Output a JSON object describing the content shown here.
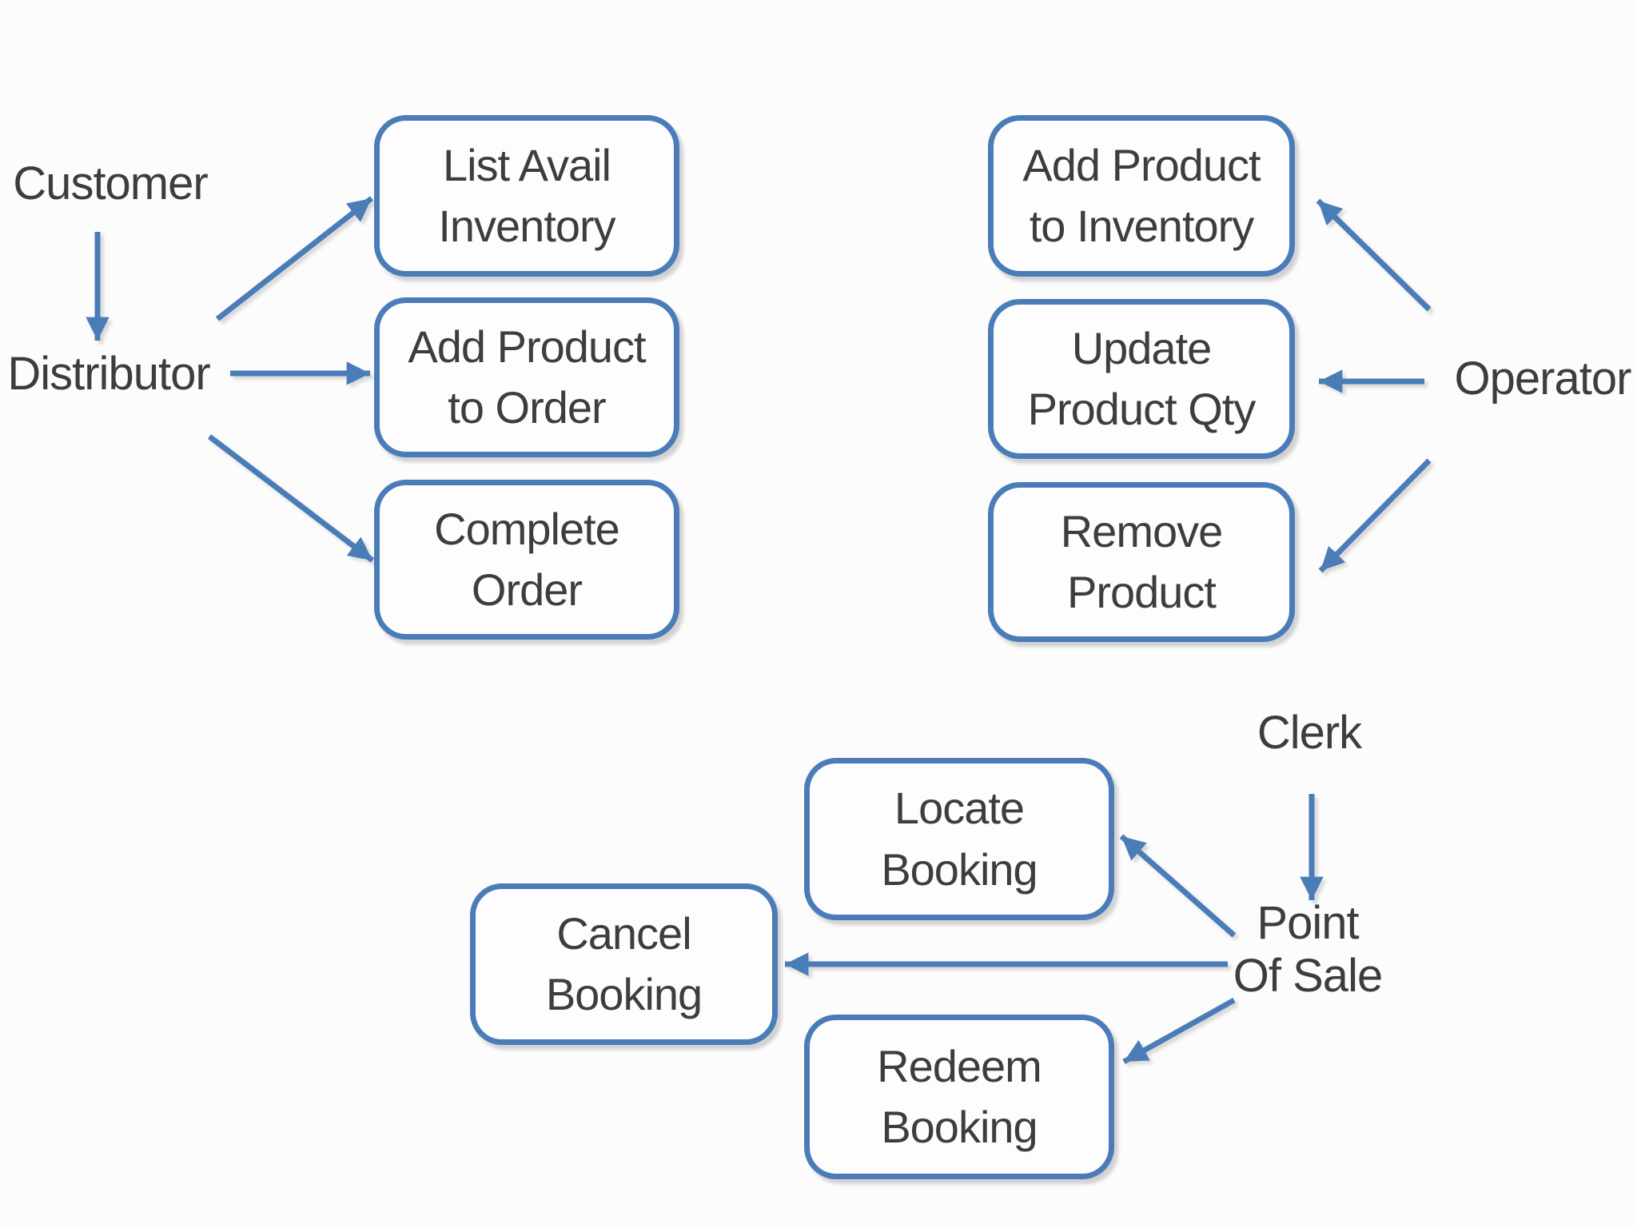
{
  "diagram": {
    "colors": {
      "accent_blue": "#4a7db8",
      "text": "#3d3d3d",
      "box_fill": "#fdfdfd",
      "background": "#fcfcfc"
    },
    "actors": {
      "customer": "Customer",
      "distributor": "Distributor",
      "operator": "Operator",
      "clerk": "Clerk",
      "point_of_sale": {
        "line1": "Point",
        "line2": "Of Sale"
      }
    },
    "use_cases": {
      "list_avail_inventory": {
        "line1": "List Avail",
        "line2": "Inventory"
      },
      "add_product_to_order": {
        "line1": "Add Product",
        "line2": "to Order"
      },
      "complete_order": {
        "line1": "Complete",
        "line2": "Order"
      },
      "add_product_to_inventory": {
        "line1": "Add Product",
        "line2": "to Inventory"
      },
      "update_product_qty": {
        "line1": "Update",
        "line2": "Product Qty"
      },
      "remove_product": {
        "line1": "Remove",
        "line2": "Product"
      },
      "locate_booking": {
        "line1": "Locate",
        "line2": "Booking"
      },
      "cancel_booking": {
        "line1": "Cancel",
        "line2": "Booking"
      },
      "redeem_booking": {
        "line1": "Redeem",
        "line2": "Booking"
      }
    },
    "relations": [
      {
        "from": "Customer",
        "to": "Distributor"
      },
      {
        "from": "Distributor",
        "to": "List Avail Inventory"
      },
      {
        "from": "Distributor",
        "to": "Add Product to Order"
      },
      {
        "from": "Distributor",
        "to": "Complete Order"
      },
      {
        "from": "Operator",
        "to": "Add Product to Inventory"
      },
      {
        "from": "Operator",
        "to": "Update Product Qty"
      },
      {
        "from": "Operator",
        "to": "Remove Product"
      },
      {
        "from": "Clerk",
        "to": "Point Of Sale"
      },
      {
        "from": "Point Of Sale",
        "to": "Locate Booking"
      },
      {
        "from": "Point Of Sale",
        "to": "Cancel Booking"
      },
      {
        "from": "Point Of Sale",
        "to": "Redeem Booking"
      }
    ]
  }
}
